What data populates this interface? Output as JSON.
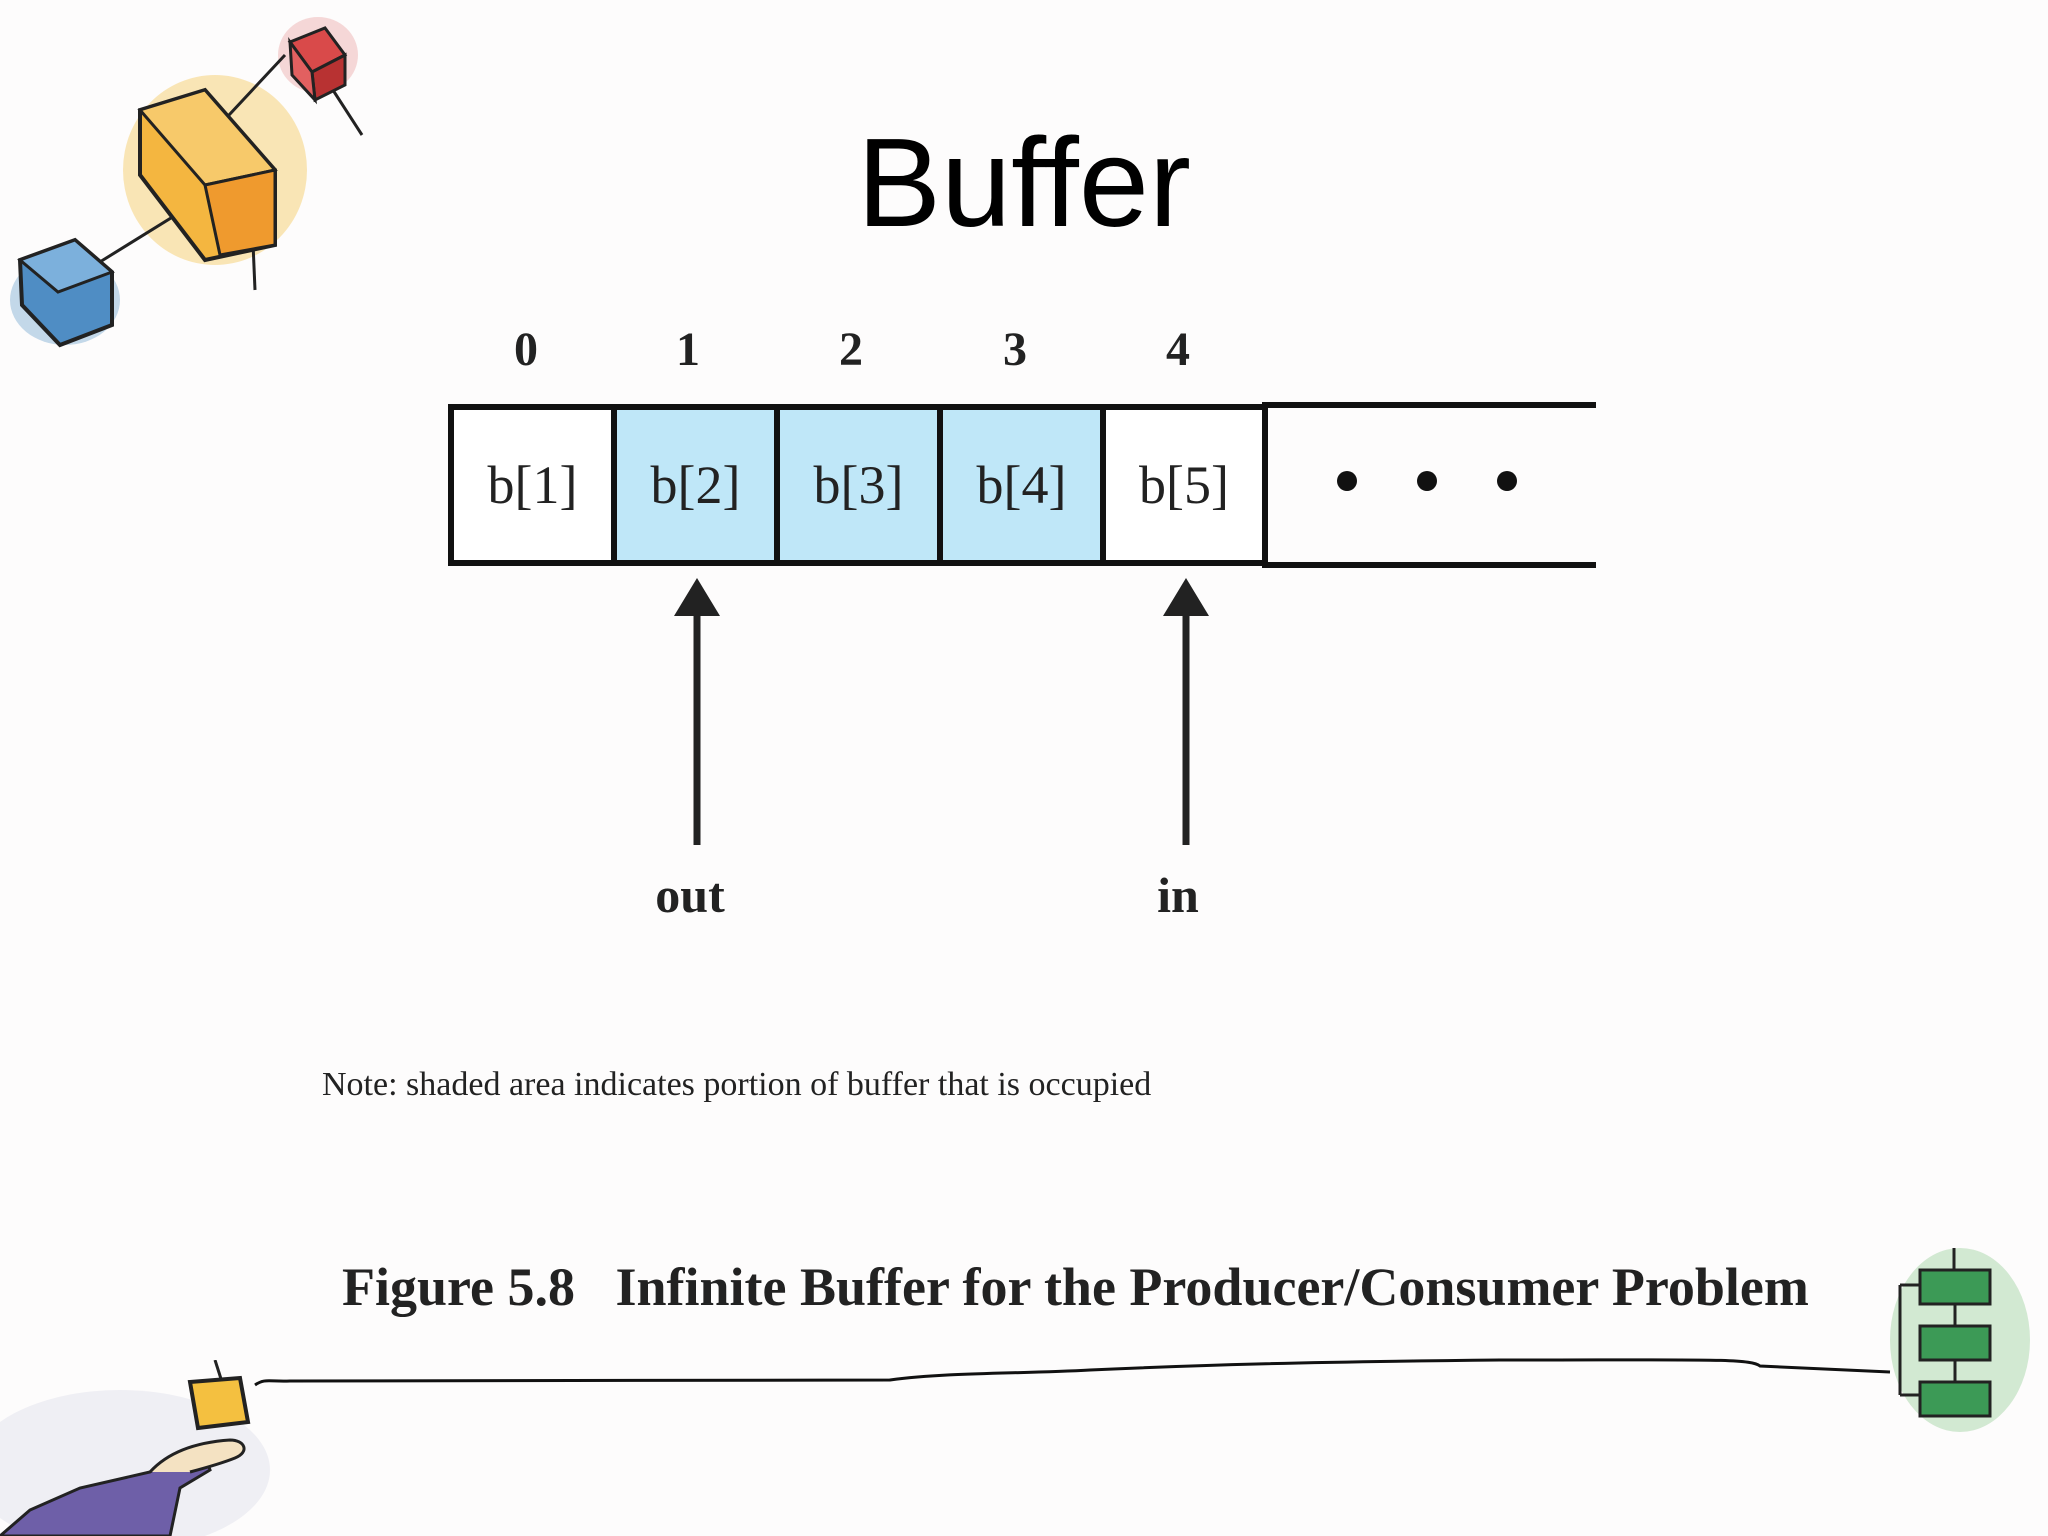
{
  "slide": {
    "title": "Buffer"
  },
  "buffer": {
    "indices": [
      "0",
      "1",
      "2",
      "3",
      "4"
    ],
    "cells": [
      {
        "label": "b[1]",
        "occupied": false
      },
      {
        "label": "b[2]",
        "occupied": true
      },
      {
        "label": "b[3]",
        "occupied": true
      },
      {
        "label": "b[4]",
        "occupied": true
      },
      {
        "label": "b[5]",
        "occupied": false
      }
    ],
    "continuation": "• • •",
    "occupied_color": "#bfe7f8"
  },
  "pointers": {
    "out": {
      "label": "out",
      "index": 1
    },
    "in": {
      "label": "in",
      "index": 4
    }
  },
  "note": "Note: shaded area indicates portion of buffer that is occupied",
  "caption": "Figure 5.8   Infinite Buffer for the Producer/Consumer Problem",
  "decorations": [
    "cubes-clipart-icon",
    "hand-holding-box-icon",
    "green-blocks-icon"
  ]
}
